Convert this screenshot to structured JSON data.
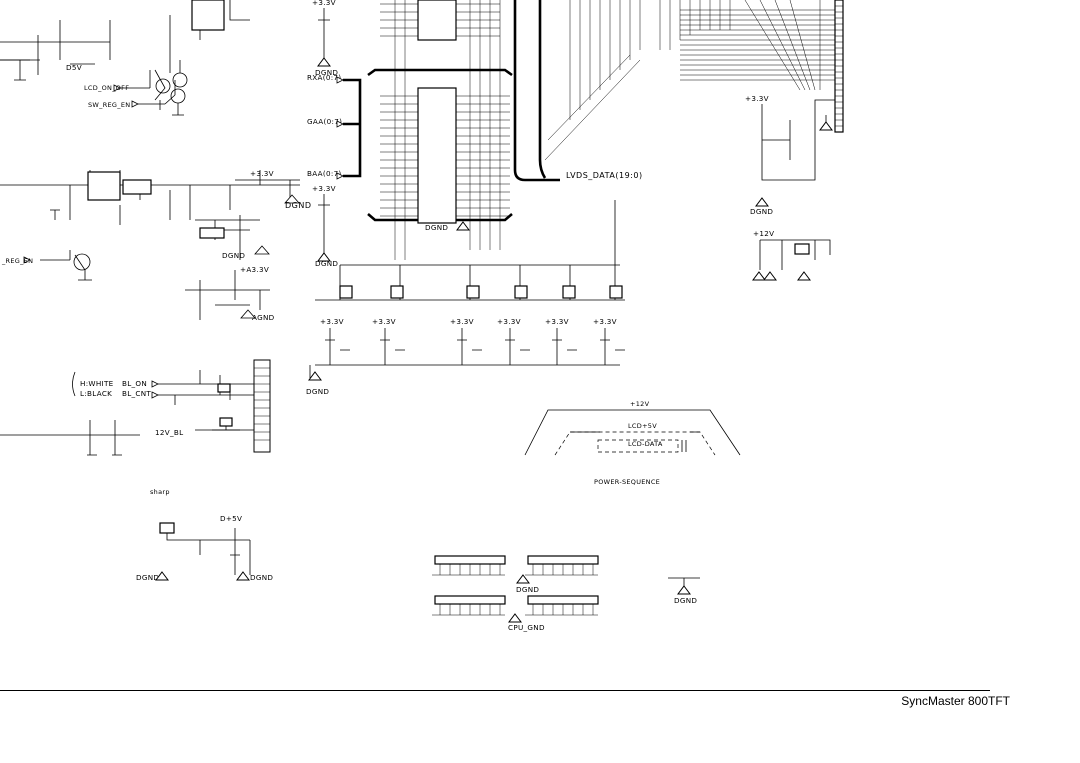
{
  "nets": {
    "d5v": "D5V",
    "lcd_on_off": "LCD_ON_OFF",
    "sw_reg_en": "SW_REG_EN",
    "reg_en": "_REG_EN",
    "dgnd": "DGND",
    "agnd": "AGND",
    "v33": "+3.3V",
    "a33": "+A3.3V",
    "v12": "+12V",
    "rxa": "RXA(0:7)",
    "gaa": "GAA(0:7)",
    "baa": "BAA(0:7)",
    "lvds": "LVDS_DATA(19:0)",
    "v12_bl": "12V_BL",
    "bl_on": "BL_ON",
    "bl_cnt": "BL_CNT",
    "d5v_plus": "D+5V",
    "cpu_gnd": "CPU_GND"
  },
  "notes": {
    "h_white": "H:WHITE",
    "l_black": "L:BLACK",
    "sharp": "sharp"
  },
  "power_sequence": {
    "v12": "+12V",
    "lcd5v": "LCD+5V",
    "lcd_data": "LCD-DATA",
    "title": "POWER-SEQUENCE"
  },
  "footer": {
    "title": "SyncMaster 800TFT"
  }
}
